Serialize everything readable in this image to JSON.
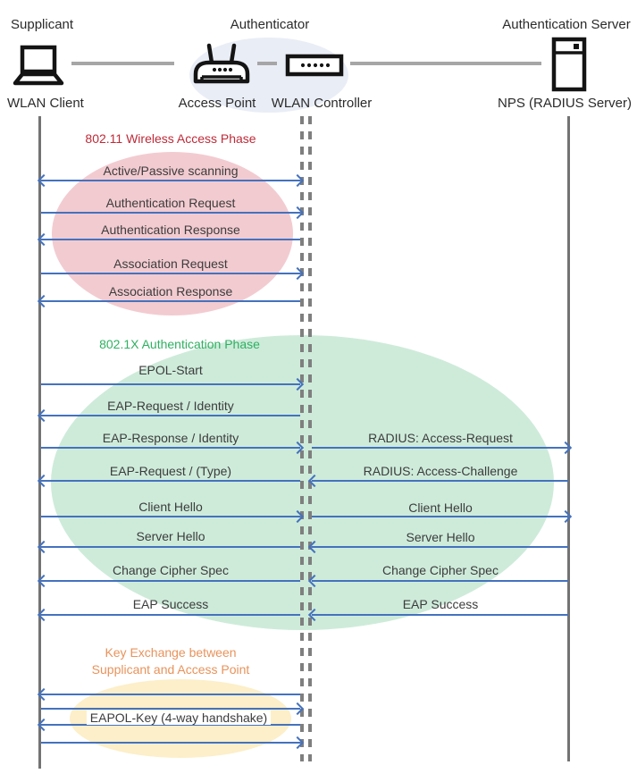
{
  "header": {
    "roles": {
      "supplicant": "Supplicant",
      "authenticator": "Authenticator",
      "auth_server": "Authentication Server"
    },
    "devices": {
      "wlan_client": "WLAN Client",
      "access_point": "Access Point",
      "wlan_controller": "WLAN Controller",
      "nps": "NPS (RADIUS Server)"
    }
  },
  "phases": [
    {
      "id": "wireless-access",
      "title": "802.11 Wireless Access Phase",
      "title_color": "#be2a38",
      "ellipse_color": "#f2cbd0"
    },
    {
      "id": "dot1x-authentication",
      "title": "802.1X Authentication Phase",
      "title_color": "#2fb061",
      "ellipse_color": "#ceebda"
    },
    {
      "id": "key-exchange",
      "title_line1": "Key Exchange between",
      "title_line2": "Supplicant and Access Point",
      "title_color": "#e8935b",
      "ellipse_color": "#fcefc9"
    }
  ],
  "messages": [
    {
      "label": "Active/Passive scanning",
      "segment": "client-controller",
      "direction": "both"
    },
    {
      "label": "Authentication Request",
      "segment": "client-controller",
      "direction": "right"
    },
    {
      "label": "Authentication Response",
      "segment": "client-controller",
      "direction": "left"
    },
    {
      "label": "Association Request",
      "segment": "client-controller",
      "direction": "right"
    },
    {
      "label": "Association Response",
      "segment": "client-controller",
      "direction": "left"
    },
    {
      "label": "EPOL-Start",
      "segment": "client-controller",
      "direction": "right"
    },
    {
      "label": "EAP-Request / Identity",
      "segment": "client-controller",
      "direction": "left"
    },
    {
      "label": "EAP-Response / Identity",
      "segment": "client-controller",
      "direction": "right"
    },
    {
      "label": "RADIUS: Access-Request",
      "segment": "controller-server",
      "direction": "right"
    },
    {
      "label": "EAP-Request / (Type)",
      "segment": "client-controller",
      "direction": "left"
    },
    {
      "label": "RADIUS: Access-Challenge",
      "segment": "controller-server",
      "direction": "left"
    },
    {
      "label": "Client Hello",
      "segment": "client-controller",
      "direction": "right"
    },
    {
      "label": "Client Hello",
      "segment": "controller-server",
      "direction": "right"
    },
    {
      "label": "Server Hello",
      "segment": "client-controller",
      "direction": "left"
    },
    {
      "label": "Server Hello",
      "segment": "controller-server",
      "direction": "left"
    },
    {
      "label": "Change Cipher Spec",
      "segment": "client-controller",
      "direction": "left"
    },
    {
      "label": "Change Cipher Spec",
      "segment": "controller-server",
      "direction": "left"
    },
    {
      "label": "EAP Success",
      "segment": "client-controller",
      "direction": "left"
    },
    {
      "label": "EAP Success",
      "segment": "controller-server",
      "direction": "left"
    },
    {
      "label": "EAPOL-Key (4-way handshake)",
      "segment": "client-controller",
      "direction": "4-way",
      "arrows": [
        "left",
        "right",
        "left",
        "right"
      ]
    }
  ],
  "colors": {
    "arrow": "#4472be",
    "lifeline": "#737373",
    "connector": "#a6a6a6",
    "authenticator_ellipse": "#e9edf6",
    "message_text": "#3c3c3c"
  }
}
